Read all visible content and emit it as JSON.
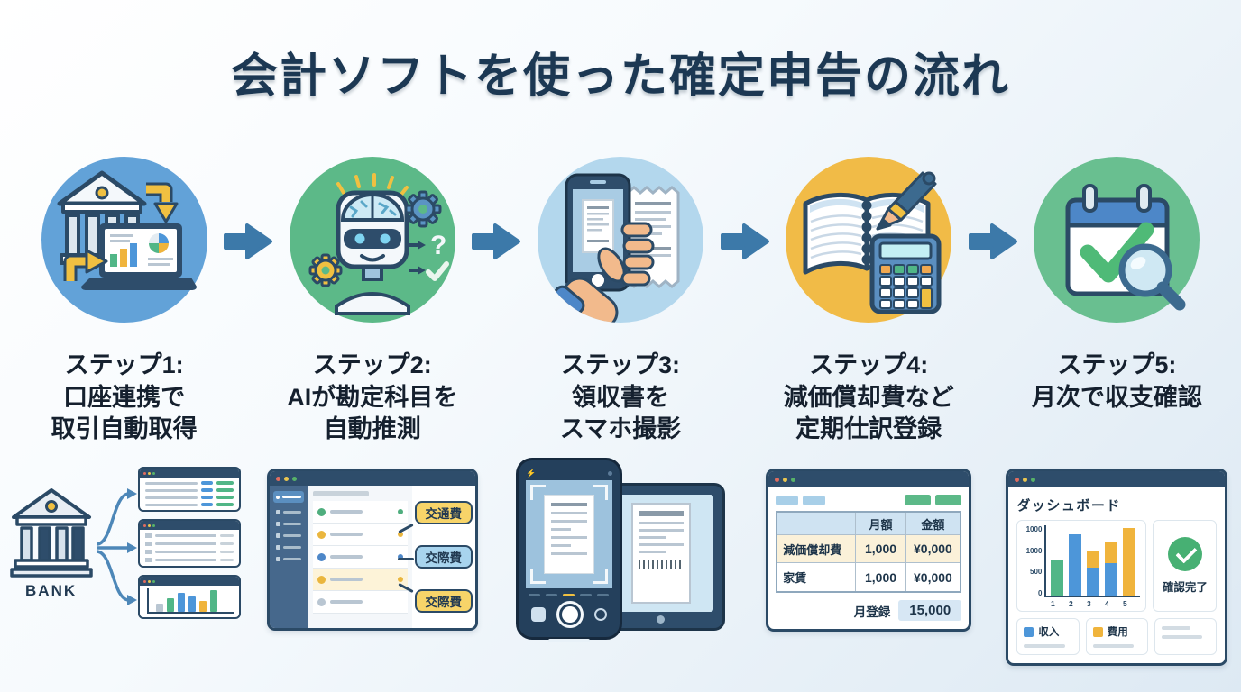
{
  "title": "会計ソフトを使った確定申告の流れ",
  "steps": [
    {
      "icon": "bank-sync-icon",
      "circle_color": "#62a2d8",
      "lines": [
        "ステップ1:",
        "口座連携で",
        "取引自動取得"
      ]
    },
    {
      "icon": "ai-robot-icon",
      "circle_color": "#5cb988",
      "lines": [
        "ステップ2:",
        "AIが勘定科目を",
        "自動推測"
      ]
    },
    {
      "icon": "phone-receipt-icon",
      "circle_color": "#b3d7ed",
      "lines": [
        "ステップ3:",
        "領収書を",
        "スマホ撮影"
      ]
    },
    {
      "icon": "ledger-calculator-icon",
      "circle_color": "#f1bb47",
      "lines": [
        "ステップ4:",
        "減価償却費など",
        "定期仕訳登録"
      ]
    },
    {
      "icon": "calendar-check-icon",
      "circle_color": "#69bf90",
      "lines": [
        "ステップ5:",
        "月次で収支確認"
      ]
    }
  ],
  "icons": {
    "question_mark": "?",
    "checkmark": "✓",
    "flash": "⚡",
    "arrow": "➜"
  },
  "colors": {
    "arrow_blue": "#3c79a9",
    "navy_outline": "#2b4a66",
    "accent_yellow": "#f0c041",
    "income_blue": "#4d96d9",
    "expense_yellow": "#f0b43c",
    "green": "#51b687"
  },
  "panels": {
    "bank": {
      "label": "BANK"
    },
    "categorize": {
      "tags": [
        {
          "text": "交通費",
          "color": "#f7d469"
        },
        {
          "text": "交際費",
          "color": "#a8d4ee"
        },
        {
          "text": "交際費",
          "color": "#f7d469"
        }
      ]
    },
    "journal": {
      "column_headers": [
        "月額",
        "金額"
      ],
      "rows": [
        {
          "name": "減価償却費",
          "monthly": "1,000",
          "amount": "¥0,000"
        },
        {
          "name": "家賃",
          "monthly": "1,000",
          "amount": "¥0,000"
        }
      ],
      "footer_label": "月登録",
      "footer_value": "15,000"
    },
    "dashboard": {
      "title": "ダッシュボード",
      "status_label": "確認完了",
      "legend": [
        {
          "label": "収入",
          "color": "#4d96d9"
        },
        {
          "label": "費用",
          "color": "#f0b43c"
        }
      ]
    }
  },
  "chart_data": {
    "type": "bar",
    "title": "ダッシュボード",
    "categories": [
      "1",
      "2",
      "3",
      "4",
      "5"
    ],
    "y_ticks": [
      "1000",
      "1000",
      "500",
      "0"
    ],
    "ylim": [
      0,
      1500
    ],
    "grid": false,
    "legend_position": "bottom",
    "legend": [
      "収入",
      "費用"
    ],
    "bars": [
      {
        "segments": [
          {
            "color": "#51b687",
            "value": 750
          }
        ]
      },
      {
        "segments": [
          {
            "color": "#4d96d9",
            "value": 1300
          }
        ]
      },
      {
        "segments": [
          {
            "color": "#4d96d9",
            "value": 600
          },
          {
            "color": "#f0b43c",
            "value": 350
          }
        ]
      },
      {
        "segments": [
          {
            "color": "#4d96d9",
            "value": 700
          },
          {
            "color": "#f0b43c",
            "value": 450
          }
        ]
      },
      {
        "segments": [
          {
            "color": "#f0b43c",
            "value": 1450
          }
        ]
      }
    ]
  }
}
